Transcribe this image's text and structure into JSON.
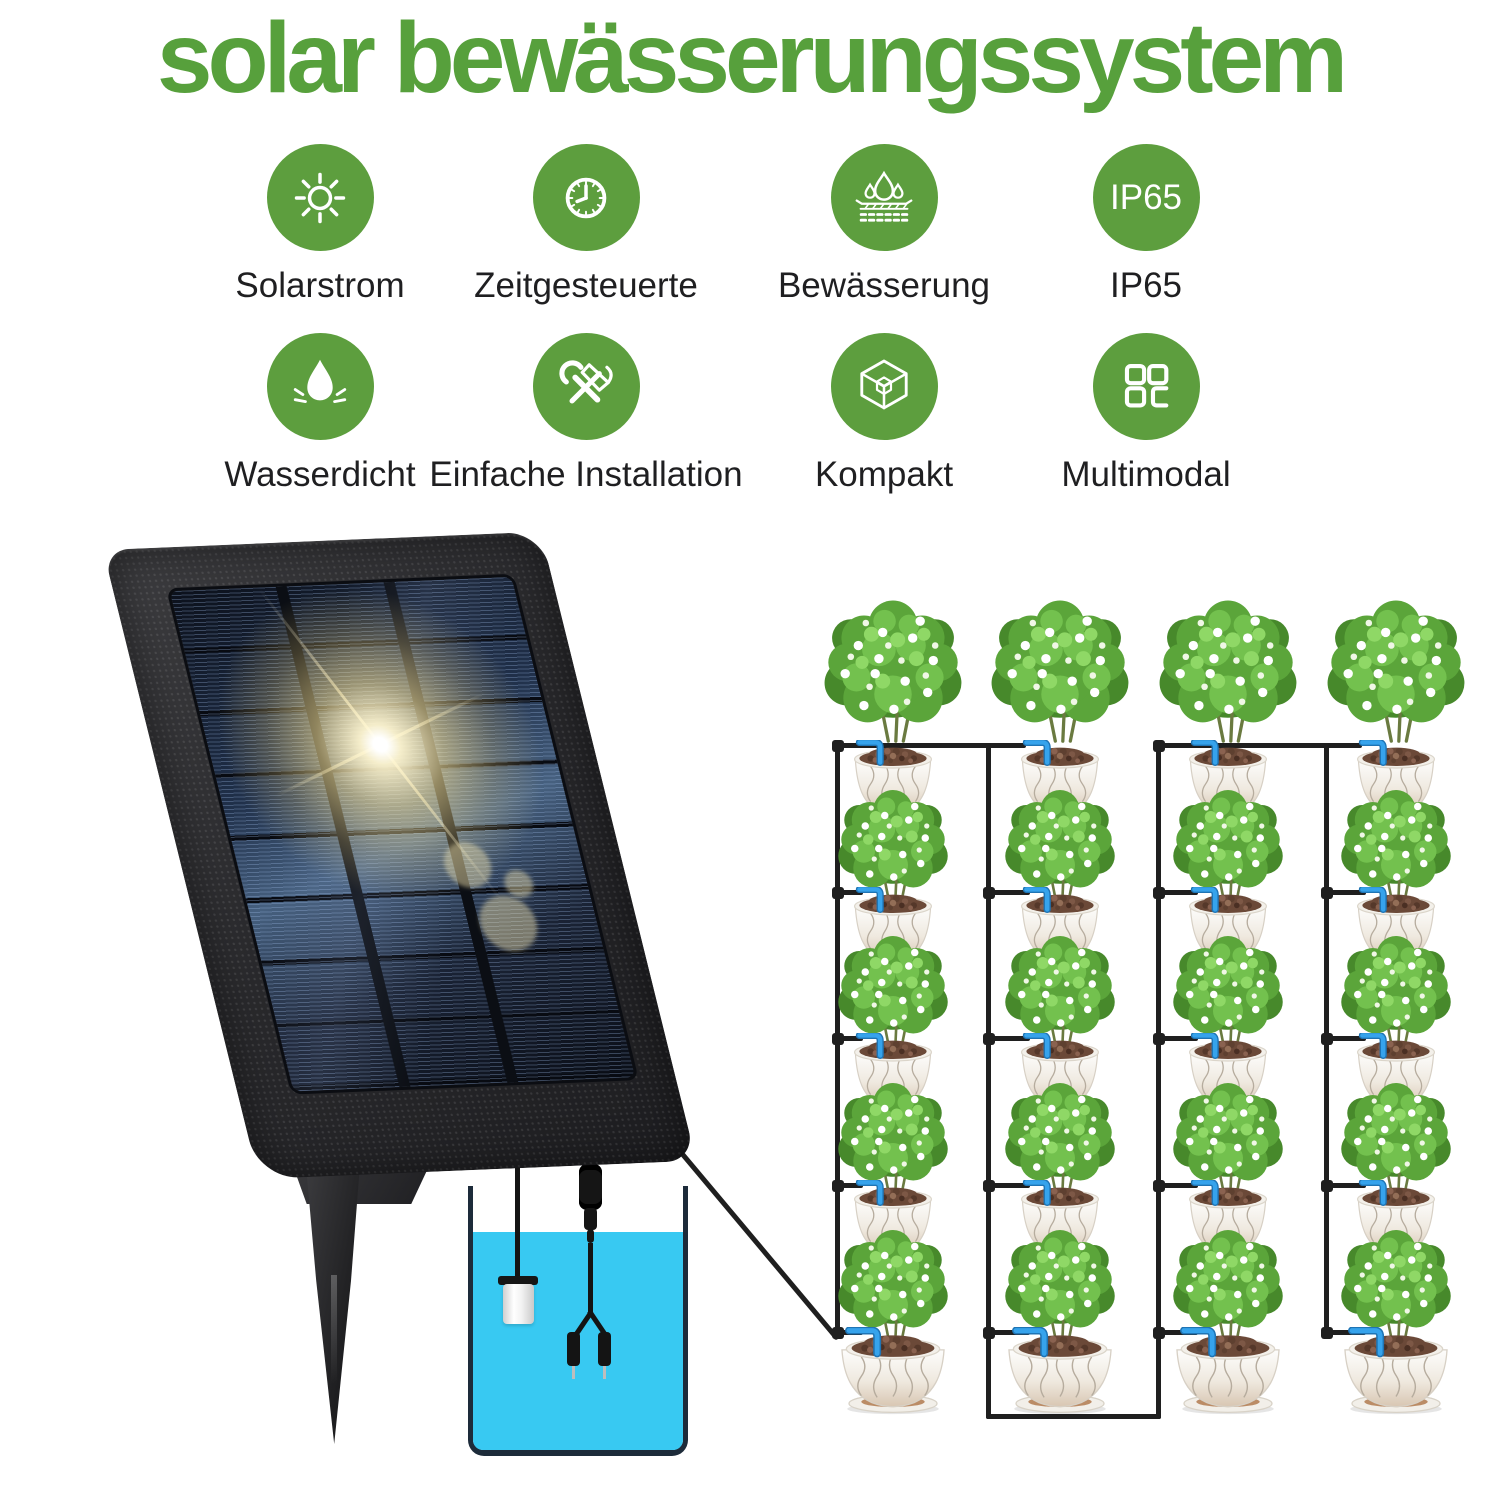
{
  "title": "solar bewässerungssystem",
  "features": {
    "row1": [
      {
        "icon": "sun-icon",
        "label": "Solarstrom"
      },
      {
        "icon": "clock-icon",
        "label": "Zeitgesteuerte"
      },
      {
        "icon": "irrigation-soil-icon",
        "label": "Bewässerung"
      },
      {
        "icon": "ip65-badge",
        "label": "IP65",
        "badge_text": "IP65"
      }
    ],
    "row2": [
      {
        "icon": "water-drop-icon",
        "label": "Wasserdicht"
      },
      {
        "icon": "tools-icon",
        "label": "Einfache Installation"
      },
      {
        "icon": "cube-icon",
        "label": "Kompakt"
      },
      {
        "icon": "multimodal-icon",
        "label": "Multimodal"
      }
    ]
  },
  "diagram": {
    "plant_columns": 4,
    "plant_tiers_per_column": 5,
    "total_pots": 20
  },
  "colors": {
    "brand_green": "#57a03c",
    "icon_green": "#5d9e3e",
    "water_cyan": "#38c9f2",
    "tube_black": "#1f1f1f",
    "drip_blue": "#36a3ec",
    "panel_cell_blue": "#2c3f5c"
  }
}
